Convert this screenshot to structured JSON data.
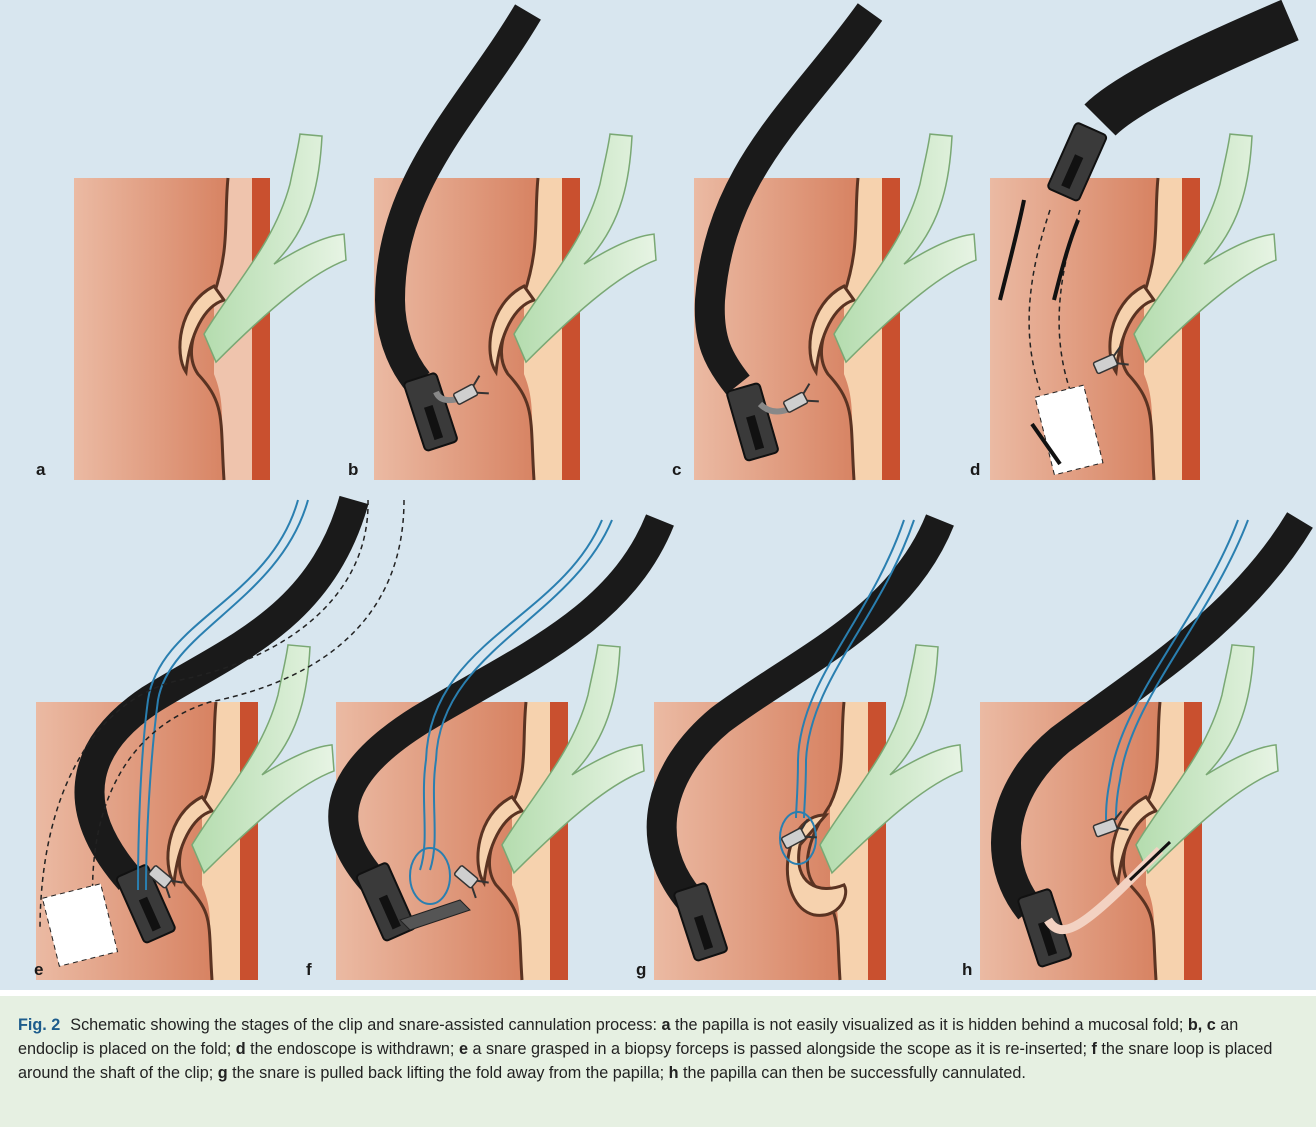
{
  "panels": [
    {
      "label": "a"
    },
    {
      "label": "b"
    },
    {
      "label": "c"
    },
    {
      "label": "d"
    },
    {
      "label": "e"
    },
    {
      "label": "f"
    },
    {
      "label": "g"
    },
    {
      "label": "h"
    }
  ],
  "caption": {
    "figure_number": "Fig. 2",
    "parts": [
      {
        "t": "Schematic showing the stages of the clip and snare-assisted cannulation process: ",
        "b": false
      },
      {
        "t": "a",
        "b": true
      },
      {
        "t": " the papilla is not easily visualized as it is hidden behind a mucosal fold; ",
        "b": false
      },
      {
        "t": "b, c",
        "b": true
      },
      {
        "t": " an endoclip is placed on the fold; ",
        "b": false
      },
      {
        "t": "d",
        "b": true
      },
      {
        "t": " the endoscope is withdrawn; ",
        "b": false
      },
      {
        "t": "e",
        "b": true
      },
      {
        "t": " a snare grasped in a biopsy forceps is passed alongside the scope as it is re-inserted; ",
        "b": false
      },
      {
        "t": "f",
        "b": true
      },
      {
        "t": " the snare loop is placed around the shaft of the clip; ",
        "b": false
      },
      {
        "t": "g",
        "b": true
      },
      {
        "t": " the snare is pulled back lifting the fold away from the papilla; ",
        "b": false
      },
      {
        "t": "h",
        "b": true
      },
      {
        "t": " the papilla can then be successfully cannulated.",
        "b": false
      }
    ]
  },
  "colors": {
    "background": "#d8e6ef",
    "tissue_light": "#eab79e",
    "tissue_dark": "#d47e5c",
    "wall": "#c9502f",
    "fold_outline": "#5a3322",
    "fold_fill": "#f6d2ae",
    "duct": "#c6e6c2",
    "endoscope": "#1a1a1a",
    "snare": "#2a7fb0",
    "caption_bg": "#e6f0e2",
    "figure_number": "#1d5c8c"
  }
}
